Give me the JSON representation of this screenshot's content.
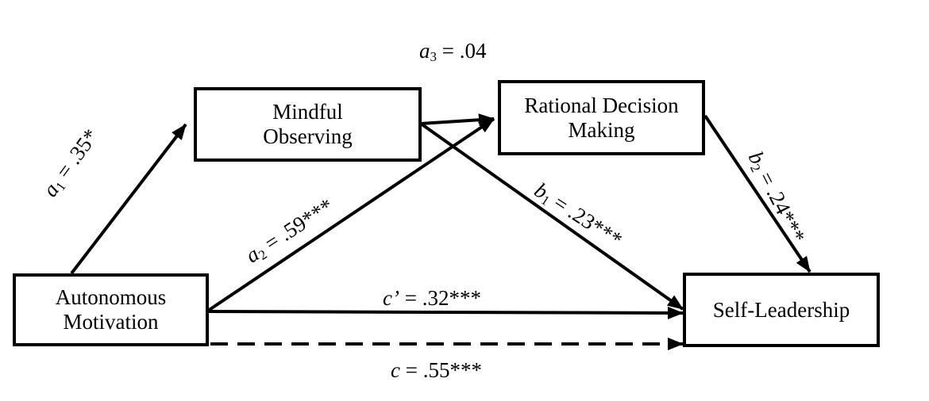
{
  "diagram": {
    "nodes": {
      "autonomous_motivation": {
        "line1": "Autonomous",
        "line2": "Motivation"
      },
      "mindful_observing": {
        "line1": "Mindful",
        "line2": "Observing"
      },
      "rational_decision_making": {
        "line1": "Rational Decision",
        "line2": "Making"
      },
      "self_leadership": {
        "line1": "Self-Leadership"
      }
    },
    "paths": {
      "a1": {
        "symbol": "a",
        "sub": "1",
        "value": " = .35*"
      },
      "a2": {
        "symbol": "a",
        "sub": "2",
        "value": " = .59***"
      },
      "a3": {
        "symbol": "a",
        "sub": "3",
        "value": " = .04"
      },
      "b1": {
        "symbol": "b",
        "sub": "1",
        "value": " = .23***"
      },
      "b2": {
        "symbol": "b",
        "sub": "2",
        "value": " = .24***"
      },
      "c_prime": {
        "symbol": "c’",
        "value": " = .32***"
      },
      "c": {
        "symbol": "c",
        "value": " = .55***"
      }
    },
    "colors": {
      "line": "#000000",
      "background": "#ffffff"
    }
  }
}
